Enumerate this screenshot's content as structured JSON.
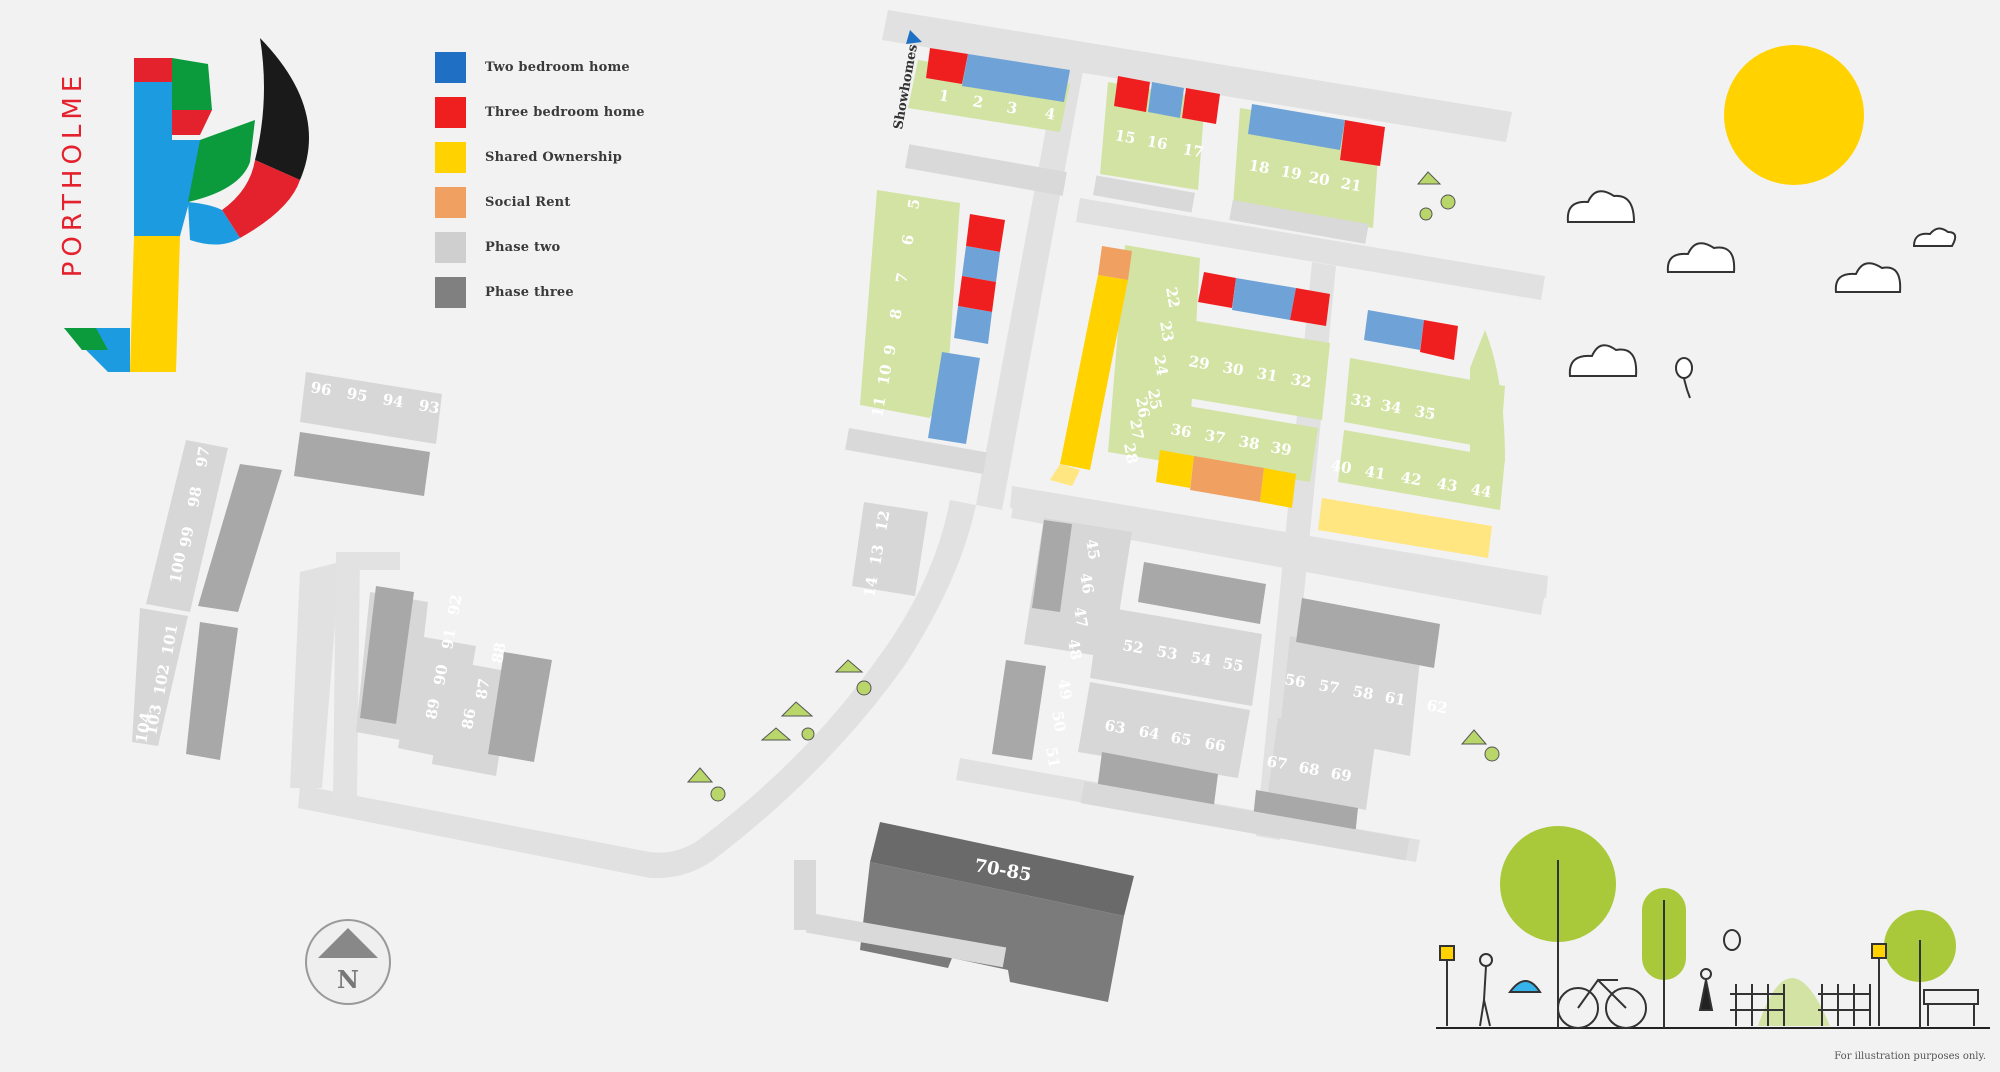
{
  "brand": {
    "name": "PORTHOLME"
  },
  "colors": {
    "two_bedroom": "#1f6fc5",
    "three_bedroom": "#f01f1f",
    "shared_ownership": "#ffd200",
    "social_rent": "#f0a060",
    "phase_two": "#cfcfcf",
    "phase_three": "#808080",
    "plot_green": "#d2e3a4",
    "road": "#e1e1e1",
    "sun": "#ffd200"
  },
  "legend": [
    {
      "label": "Two bedroom home",
      "color": "#1f6fc5"
    },
    {
      "label": "Three bedroom home",
      "color": "#f01f1f"
    },
    {
      "label": "Shared Ownership",
      "color": "#ffd200"
    },
    {
      "label": "Social Rent",
      "color": "#f0a060"
    },
    {
      "label": "Phase two",
      "color": "#cfcfcf"
    },
    {
      "label": "Phase three",
      "color": "#808080"
    }
  ],
  "showhomes_label": "Showhomes",
  "apartment_label": "70-85",
  "compass_label": "N",
  "footnote": "For illustration purposes only.",
  "plots": {
    "n_1": "1",
    "n_2": "2",
    "n_3": "3",
    "n_4": "4",
    "n_5": "5",
    "n_6": "6",
    "n_7": "7",
    "n_8": "8",
    "n_9": "9",
    "n_10": "10",
    "n_11": "11",
    "n_12": "12",
    "n_13": "13",
    "n_14": "14",
    "n_15": "15",
    "n_16": "16",
    "n_17": "17",
    "n_18": "18",
    "n_19": "19",
    "n_20": "20",
    "n_21": "21",
    "n_22": "22",
    "n_23": "23",
    "n_24": "24",
    "n_25": "25",
    "n_26": "26",
    "n_27": "27",
    "n_28": "28",
    "n_29": "29",
    "n_30": "30",
    "n_31": "31",
    "n_32": "32",
    "n_33": "33",
    "n_34": "34",
    "n_35": "35",
    "n_36": "36",
    "n_37": "37",
    "n_38": "38",
    "n_39": "39",
    "n_40": "40",
    "n_41": "41",
    "n_42": "42",
    "n_43": "43",
    "n_44": "44",
    "n_45": "45",
    "n_46": "46",
    "n_47": "47",
    "n_48": "48",
    "n_49": "49",
    "n_50": "50",
    "n_51": "51",
    "n_52": "52",
    "n_53": "53",
    "n_54": "54",
    "n_55": "55",
    "n_56": "56",
    "n_57": "57",
    "n_58": "58",
    "n_61": "61",
    "n_62": "62",
    "n_63": "63",
    "n_64": "64",
    "n_65": "65",
    "n_66": "66",
    "n_67": "67",
    "n_68": "68",
    "n_69": "69",
    "n_86": "86",
    "n_87": "87",
    "n_88": "88",
    "n_89": "89",
    "n_90": "90",
    "n_91": "91",
    "n_92": "92",
    "n_93": "93",
    "n_94": "94",
    "n_95": "95",
    "n_96": "96",
    "n_97": "97",
    "n_98": "98",
    "n_99": "99",
    "n_100": "100",
    "n_101": "101",
    "n_102": "102",
    "n_103": "103",
    "n_104": "104"
  }
}
